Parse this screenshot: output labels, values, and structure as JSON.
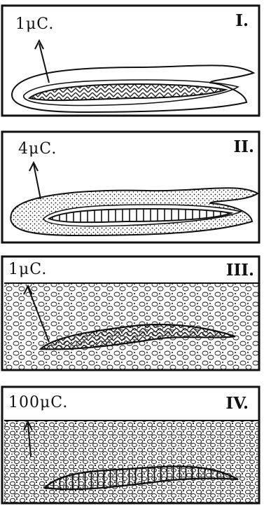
{
  "panels": [
    {
      "dose": "1μC.",
      "roman": "I."
    },
    {
      "dose": "4μC.",
      "roman": "II."
    },
    {
      "dose": "1μC.",
      "roman": "III."
    },
    {
      "dose": "100μC.",
      "roman": "IV."
    }
  ]
}
